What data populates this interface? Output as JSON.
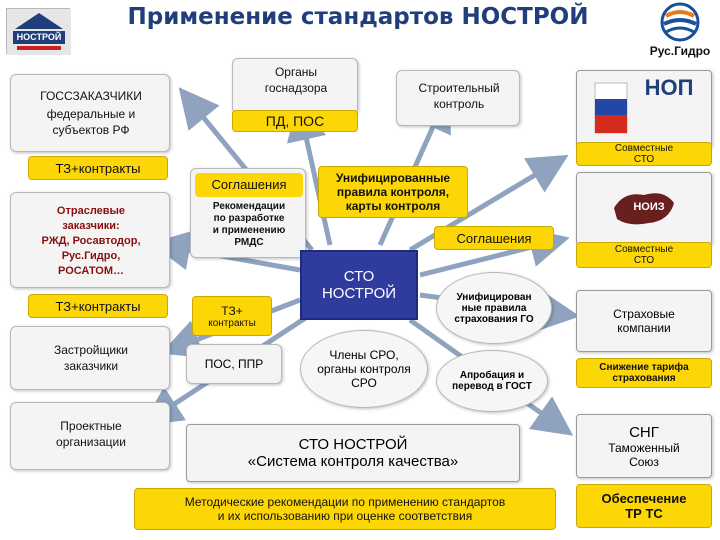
{
  "title": "Применение стандартов НОСТРОЙ",
  "logos": {
    "nostroy": "НОСТРОЙ",
    "rushydro": "Рус.Гидро",
    "nop": "НОП",
    "noiz": "НОИЗ"
  },
  "nodes": {
    "goszakazchiki_title": "ГОССЗАКАЗЧИКИ",
    "goszakazchiki_sub1": "федеральные и",
    "goszakazchiki_sub2": "субъектов РФ",
    "tz_contracts_1": "ТЗ+контракты",
    "branch_1": "Отраслевые",
    "branch_2": "заказчики:",
    "branch_3": "РЖД, Росавтодор,",
    "branch_4": "Рус.Гидро,",
    "branch_5": "РОСАТОМ…",
    "tz_contracts_2": "ТЗ+контракты",
    "developers_1": "Застройщики",
    "developers_2": "заказчики",
    "design_1": "Проектные",
    "design_2": "организации",
    "organs_1": "Органы",
    "organs_2": "госнадзора",
    "pd_pos": "ПД, ПОС",
    "construction_control_1": "Строительный",
    "construction_control_2": "контроль",
    "agreements_1": "Соглашения",
    "recommendations_1": "Рекомендации",
    "recommendations_2": "по разработке",
    "recommendations_3": "и применению",
    "recommendations_4": "РМДС",
    "unified_1": "Унифицированные",
    "unified_2": "правила контроля,",
    "unified_3": "карты контроля",
    "agreements_2": "Соглашения",
    "sto_1": "СТО",
    "sto_2": "НОСТРОЙ",
    "tz_contracts_3a": "ТЗ+",
    "tz_contracts_3b": "контракты",
    "unified_ins_1": "Унифицирован",
    "unified_ins_2": "ные правила",
    "unified_ins_3": "страхования ГО",
    "pos_ppr": "ПОС, ППР",
    "sro_1": "Члены СРО,",
    "sro_2": "органы контроля",
    "sro_3": "СРО",
    "approbation_1": "Апробация и",
    "approbation_2": "перевод в ГОСТ",
    "joint_sto_1a": "Совместные",
    "joint_sto_1b": "СТО",
    "joint_sto_2a": "Совместные",
    "joint_sto_2b": "СТО",
    "insurance_1": "Страховые",
    "insurance_2": "компании",
    "tariff_1": "Снижение тарифа",
    "tariff_2": "страхования",
    "cis": "СНГ",
    "customs_1": "Таможенный",
    "customs_2": "Союз",
    "tr_ts_1": "Обеспечение",
    "tr_ts_2": "ТР ТС",
    "quality_1": "СТО НОСТРОЙ",
    "quality_2": "«Система контроля качества»",
    "method_1": "Методические рекомендации по применению стандартов",
    "method_2": "и их использованию при оценке соответствия"
  },
  "colors": {
    "title": "#1f3e7a",
    "yellow": "#fdd705",
    "center": "#2f3c9e",
    "arrow": "#8fa3bf",
    "box_bg": "#f4f4f4"
  }
}
